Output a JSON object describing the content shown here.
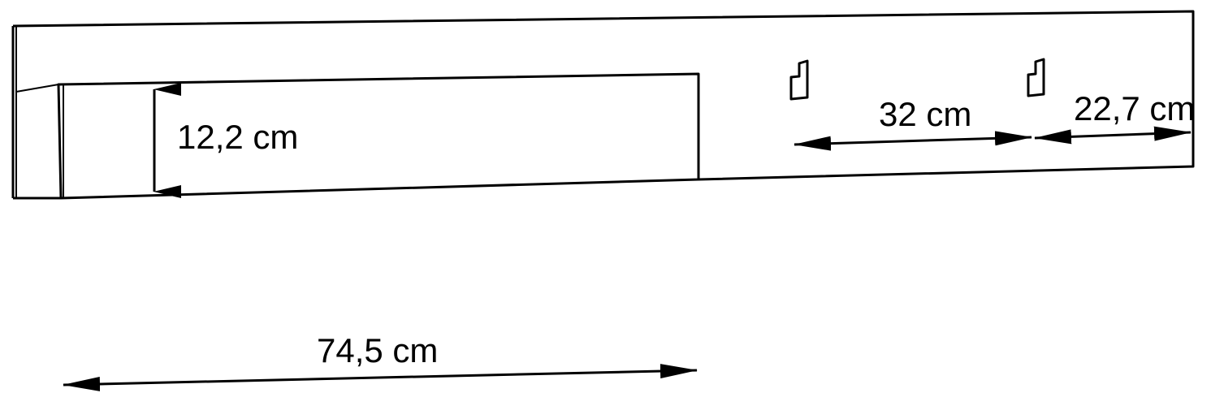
{
  "dimensions": {
    "shelf_height": "12,2 cm",
    "hook_spacing": "32 cm",
    "hook_edge_offset": "22,7 cm",
    "shelf_width": "74,5 cm"
  },
  "colors": {
    "line": "#000000",
    "background": "#ffffff"
  },
  "icons": {
    "hook": "hook-icon",
    "arrow": "double-arrow-icon"
  }
}
